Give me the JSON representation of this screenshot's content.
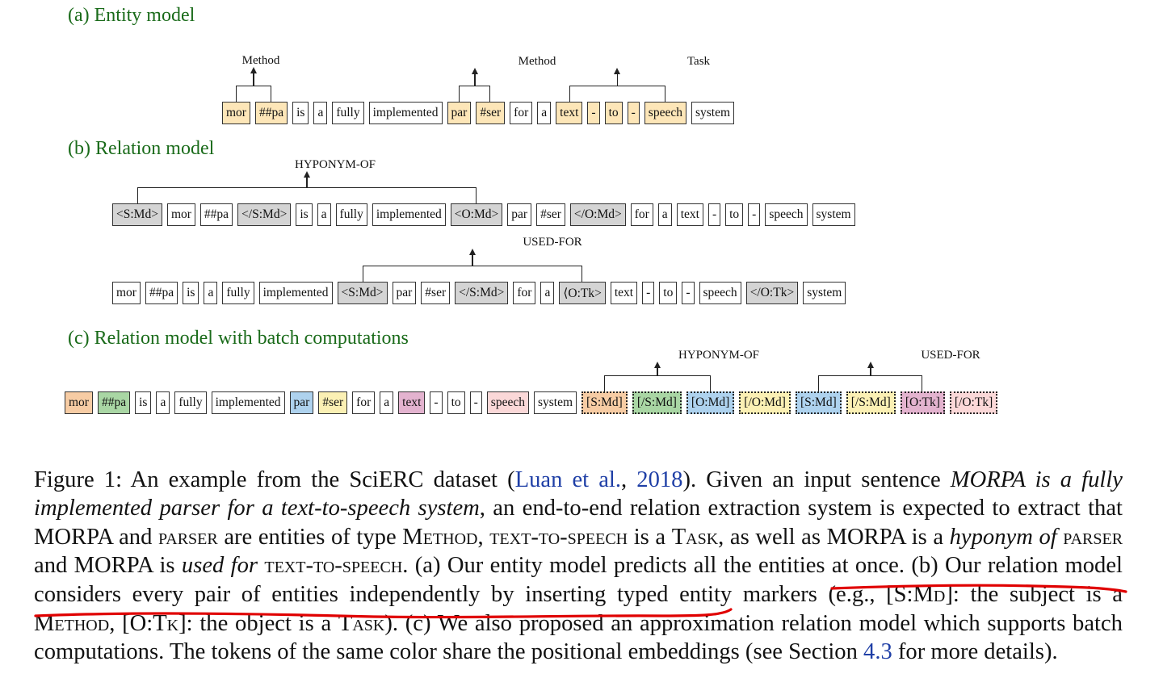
{
  "sections": {
    "a": "(a) Entity model",
    "b": "(b) Relation model",
    "c": "(c) Relation model with batch computations"
  },
  "colors": {
    "orange": "#fde6b8",
    "gray": "#d4d4d4",
    "peach": "#f7cca4",
    "green": "#a9d6a4",
    "blue": "#aed2ee",
    "yellow": "#fbf0b4",
    "pink": "#e3b3cf",
    "lightpink": "#fbd8d8",
    "section_green": "#1a6b1a",
    "link_blue": "#1f3fa6",
    "annotation_red": "#e00000"
  },
  "entity_labels": [
    "Method",
    "Method",
    "Task"
  ],
  "rowA": [
    {
      "t": "mor",
      "c": "orange"
    },
    {
      "t": "##pa",
      "c": "orange"
    },
    {
      "t": "is",
      "c": ""
    },
    {
      "t": "a",
      "c": ""
    },
    {
      "t": "fully",
      "c": ""
    },
    {
      "t": "implemented",
      "c": ""
    },
    {
      "t": "par",
      "c": "orange"
    },
    {
      "t": "#ser",
      "c": "orange"
    },
    {
      "t": "for",
      "c": ""
    },
    {
      "t": "a",
      "c": ""
    },
    {
      "t": "text",
      "c": "orange"
    },
    {
      "t": "-",
      "c": "orange"
    },
    {
      "t": "to",
      "c": "orange"
    },
    {
      "t": "-",
      "c": "orange"
    },
    {
      "t": "speech",
      "c": "orange"
    },
    {
      "t": "system",
      "c": ""
    }
  ],
  "rel_labels": {
    "b1": "HYPONYM-OF",
    "b2": "USED-FOR",
    "c1": "HYPONYM-OF",
    "c2": "USED-FOR"
  },
  "rowB1": [
    {
      "t": "<S:Md>",
      "c": "gray"
    },
    {
      "t": "mor",
      "c": ""
    },
    {
      "t": "##pa",
      "c": ""
    },
    {
      "t": "</S:Md>",
      "c": "gray"
    },
    {
      "t": "is",
      "c": ""
    },
    {
      "t": "a",
      "c": ""
    },
    {
      "t": "fully",
      "c": ""
    },
    {
      "t": "implemented",
      "c": ""
    },
    {
      "t": "<O:Md>",
      "c": "gray"
    },
    {
      "t": "par",
      "c": ""
    },
    {
      "t": "#ser",
      "c": ""
    },
    {
      "t": "</O:Md>",
      "c": "gray"
    },
    {
      "t": "for",
      "c": ""
    },
    {
      "t": "a",
      "c": ""
    },
    {
      "t": "text",
      "c": ""
    },
    {
      "t": "-",
      "c": ""
    },
    {
      "t": "to",
      "c": ""
    },
    {
      "t": "-",
      "c": ""
    },
    {
      "t": "speech",
      "c": ""
    },
    {
      "t": "system",
      "c": ""
    }
  ],
  "rowB2": [
    {
      "t": "mor",
      "c": ""
    },
    {
      "t": "##pa",
      "c": ""
    },
    {
      "t": "is",
      "c": ""
    },
    {
      "t": "a",
      "c": ""
    },
    {
      "t": "fully",
      "c": ""
    },
    {
      "t": "implemented",
      "c": ""
    },
    {
      "t": "<S:Md>",
      "c": "gray"
    },
    {
      "t": "par",
      "c": ""
    },
    {
      "t": "#ser",
      "c": ""
    },
    {
      "t": "</S:Md>",
      "c": "gray"
    },
    {
      "t": "for",
      "c": ""
    },
    {
      "t": "a",
      "c": ""
    },
    {
      "t": "⟨O:Tk>",
      "c": "gray"
    },
    {
      "t": "text",
      "c": ""
    },
    {
      "t": "-",
      "c": ""
    },
    {
      "t": "to",
      "c": ""
    },
    {
      "t": "-",
      "c": ""
    },
    {
      "t": "speech",
      "c": ""
    },
    {
      "t": "</O:Tk>",
      "c": "gray"
    },
    {
      "t": "system",
      "c": ""
    }
  ],
  "rowC": [
    {
      "t": "mor",
      "c": "peach"
    },
    {
      "t": "##pa",
      "c": "green"
    },
    {
      "t": "is",
      "c": ""
    },
    {
      "t": "a",
      "c": ""
    },
    {
      "t": "fully",
      "c": ""
    },
    {
      "t": "implemented",
      "c": ""
    },
    {
      "t": "par",
      "c": "blue"
    },
    {
      "t": "#ser",
      "c": "yellow"
    },
    {
      "t": "for",
      "c": ""
    },
    {
      "t": "a",
      "c": ""
    },
    {
      "t": "text",
      "c": "pink"
    },
    {
      "t": "-",
      "c": ""
    },
    {
      "t": "to",
      "c": ""
    },
    {
      "t": "-",
      "c": ""
    },
    {
      "t": "speech",
      "c": "lightpink"
    },
    {
      "t": "system",
      "c": ""
    },
    {
      "t": "[S:Md]",
      "c": "peach",
      "d": 1
    },
    {
      "t": "[/S:Md]",
      "c": "green",
      "d": 1
    },
    {
      "t": "[O:Md]",
      "c": "blue",
      "d": 1
    },
    {
      "t": "[/O:Md]",
      "c": "yellow",
      "d": 1
    },
    {
      "t": "[S:Md]",
      "c": "blue",
      "d": 1
    },
    {
      "t": "[/S:Md]",
      "c": "yellow",
      "d": 1
    },
    {
      "t": "[O:Tk]",
      "c": "pink",
      "d": 1
    },
    {
      "t": "[/O:Tk]",
      "c": "lightpink",
      "d": 1
    }
  ],
  "caption": {
    "p01": "Figure 1:  An example from the SciERC dataset (",
    "cite_author": "Luan et al.",
    "p02": ", ",
    "cite_year": "2018",
    "p03": ").  Given an input sentence ",
    "i01": "MORPA is a fully implemented parser for a text-to-speech system",
    "p04": ", an end-to-end relation extraction system is expected to extract that MORPA and ",
    "sc01": "parser",
    "p05": " are entities of type ",
    "sc02": "Method",
    "p06": ", ",
    "sc03": "text-to-speech",
    "p07": " is a ",
    "sc04": "Task",
    "p08": ", as well as MORPA is a ",
    "i02": "hyponym of",
    "p09": " ",
    "sc05": "parser",
    "p10": " and MORPA is ",
    "i03": "used for",
    "p11": " ",
    "sc06": "text-to-speech",
    "p12": ".  (a) Our entity model predicts all the entities at once.  (b) Our relation model considers every pair of entities independently by inserting typed entity markers (e.g., [S:",
    "sc07": "Md",
    "p13": "]: the subject is a ",
    "sc08": "Method",
    "p14": ", [O:",
    "sc09": "Tk",
    "p15": "]: the object is a ",
    "sc10": "Task",
    "p16": ").  (c) We also proposed an approximation relation model which supports batch computations. The tokens of the same color share the positional embeddings (see Section ",
    "ref_section": "4.3",
    "p17": " for more details)."
  }
}
